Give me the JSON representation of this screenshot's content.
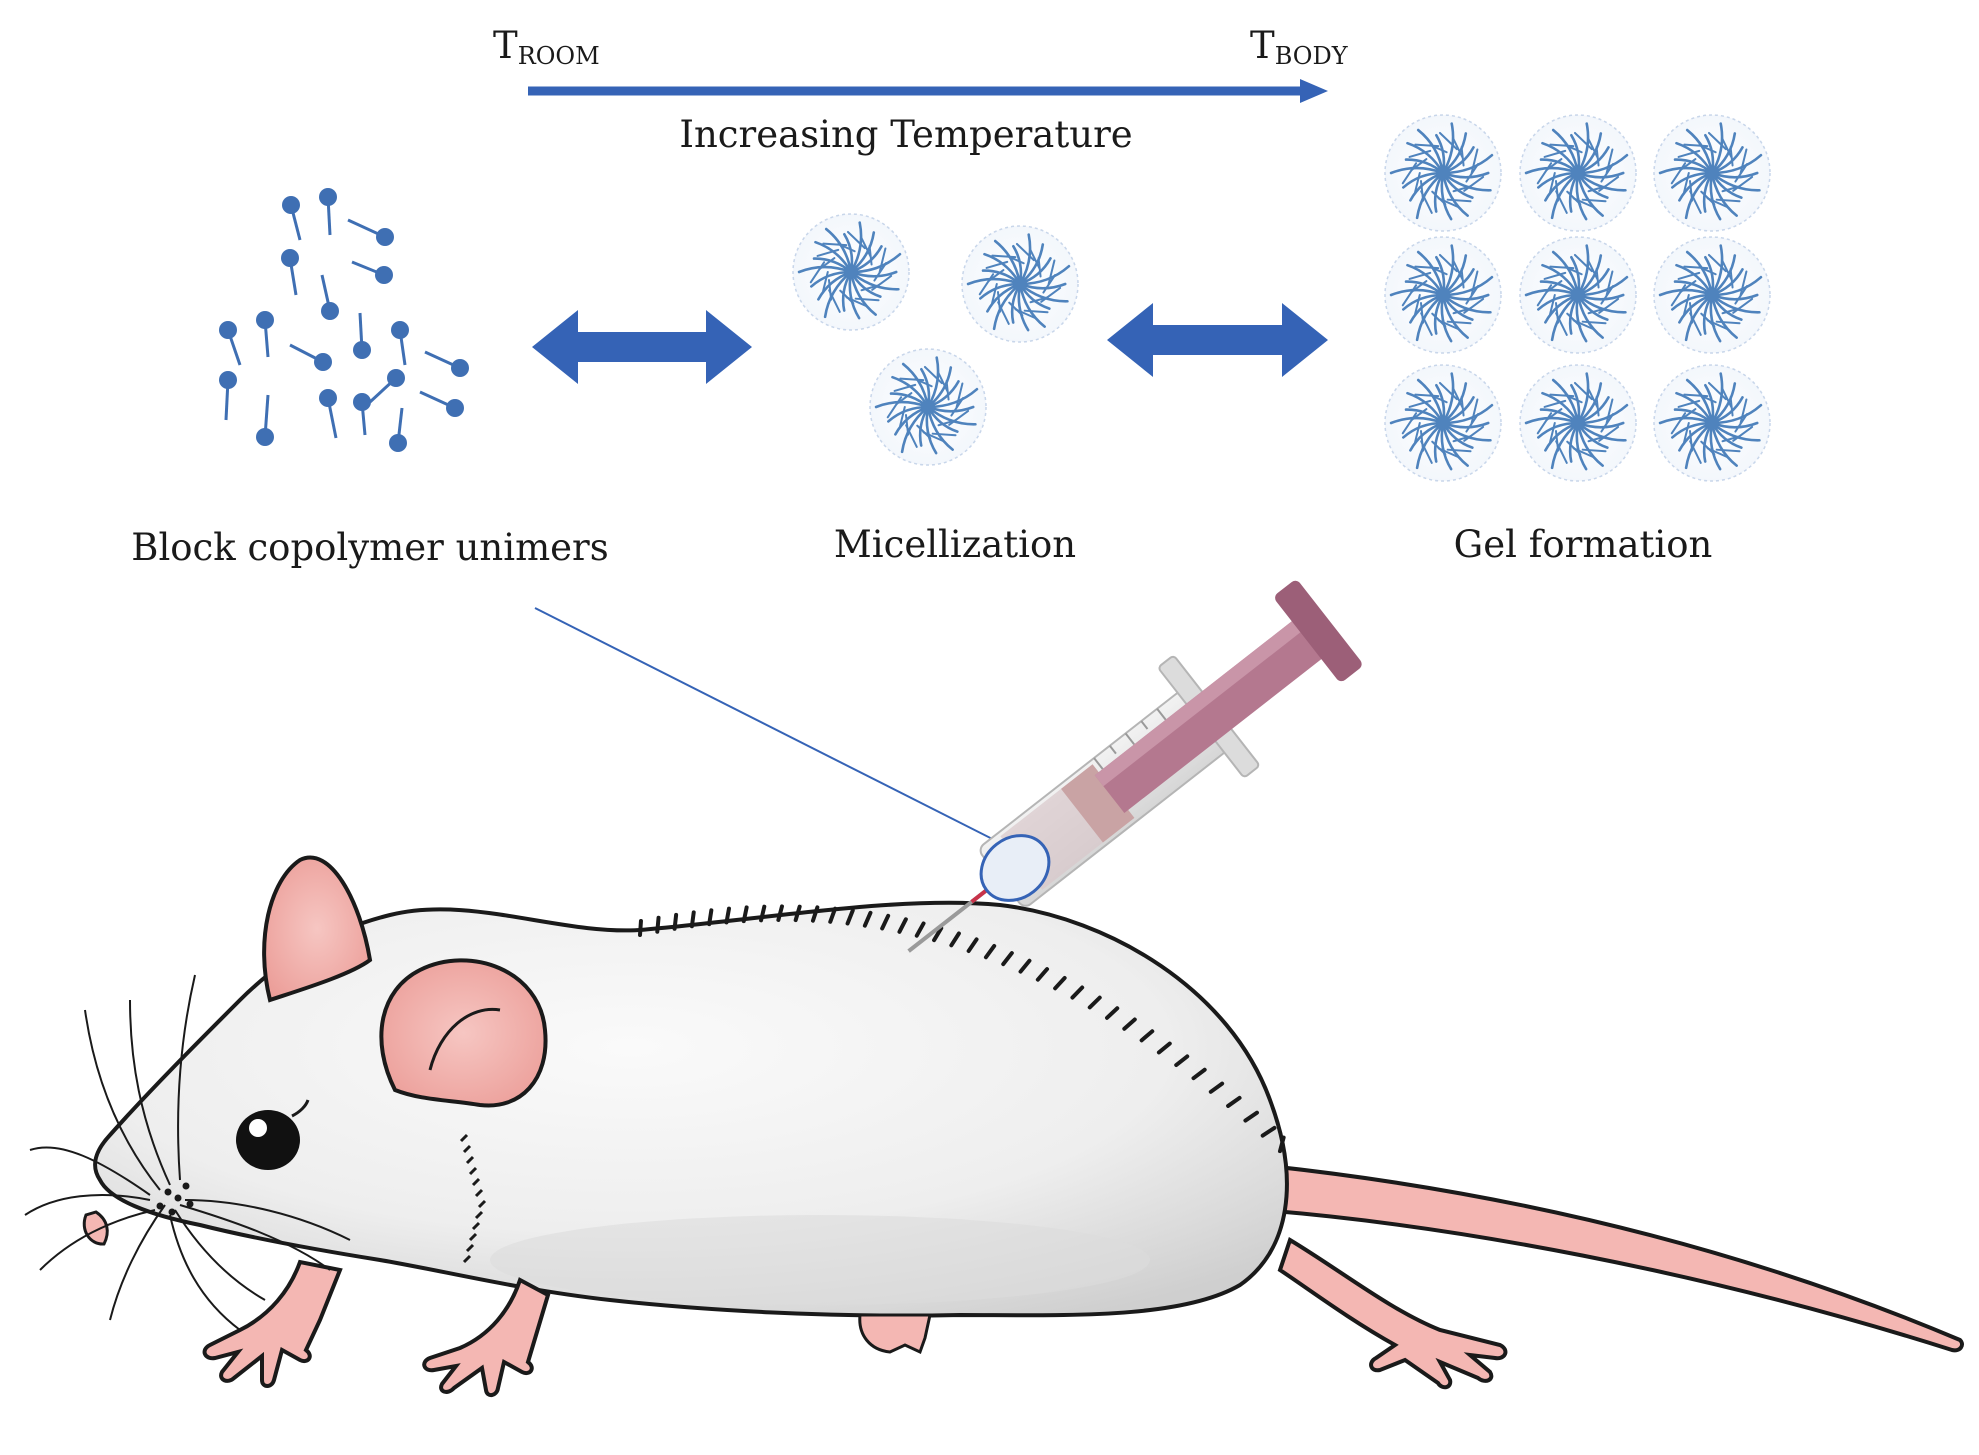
{
  "temperature": {
    "start_main": "T",
    "start_sub": "ROOM",
    "end_main": "T",
    "end_sub": "BODY",
    "arrow_label": "Increasing Temperature"
  },
  "stages": {
    "unimers": "Block copolymer unimers",
    "micelles": "Micellization",
    "gel": "Gel formation"
  },
  "colors": {
    "arrow_blue": "#3563b6",
    "polymer_blue": "#3f6fb3",
    "micelle_blue": "#4f83bd",
    "outline": "#1a1a1a",
    "mouse_body": "#f1f1f1",
    "mouse_shadow": "#d4d4d4",
    "mouse_pink": "#f4b7b3",
    "syringe_plunger": "#b4788f",
    "syringe_barrel": "#e6e6e6"
  },
  "icons": {
    "unimer": "unimer-chain-icon",
    "micelle": "micelle-icon",
    "double_arrow": "double-headed-arrow-icon",
    "syringe": "syringe-icon",
    "mouse": "mouse-illustration"
  }
}
